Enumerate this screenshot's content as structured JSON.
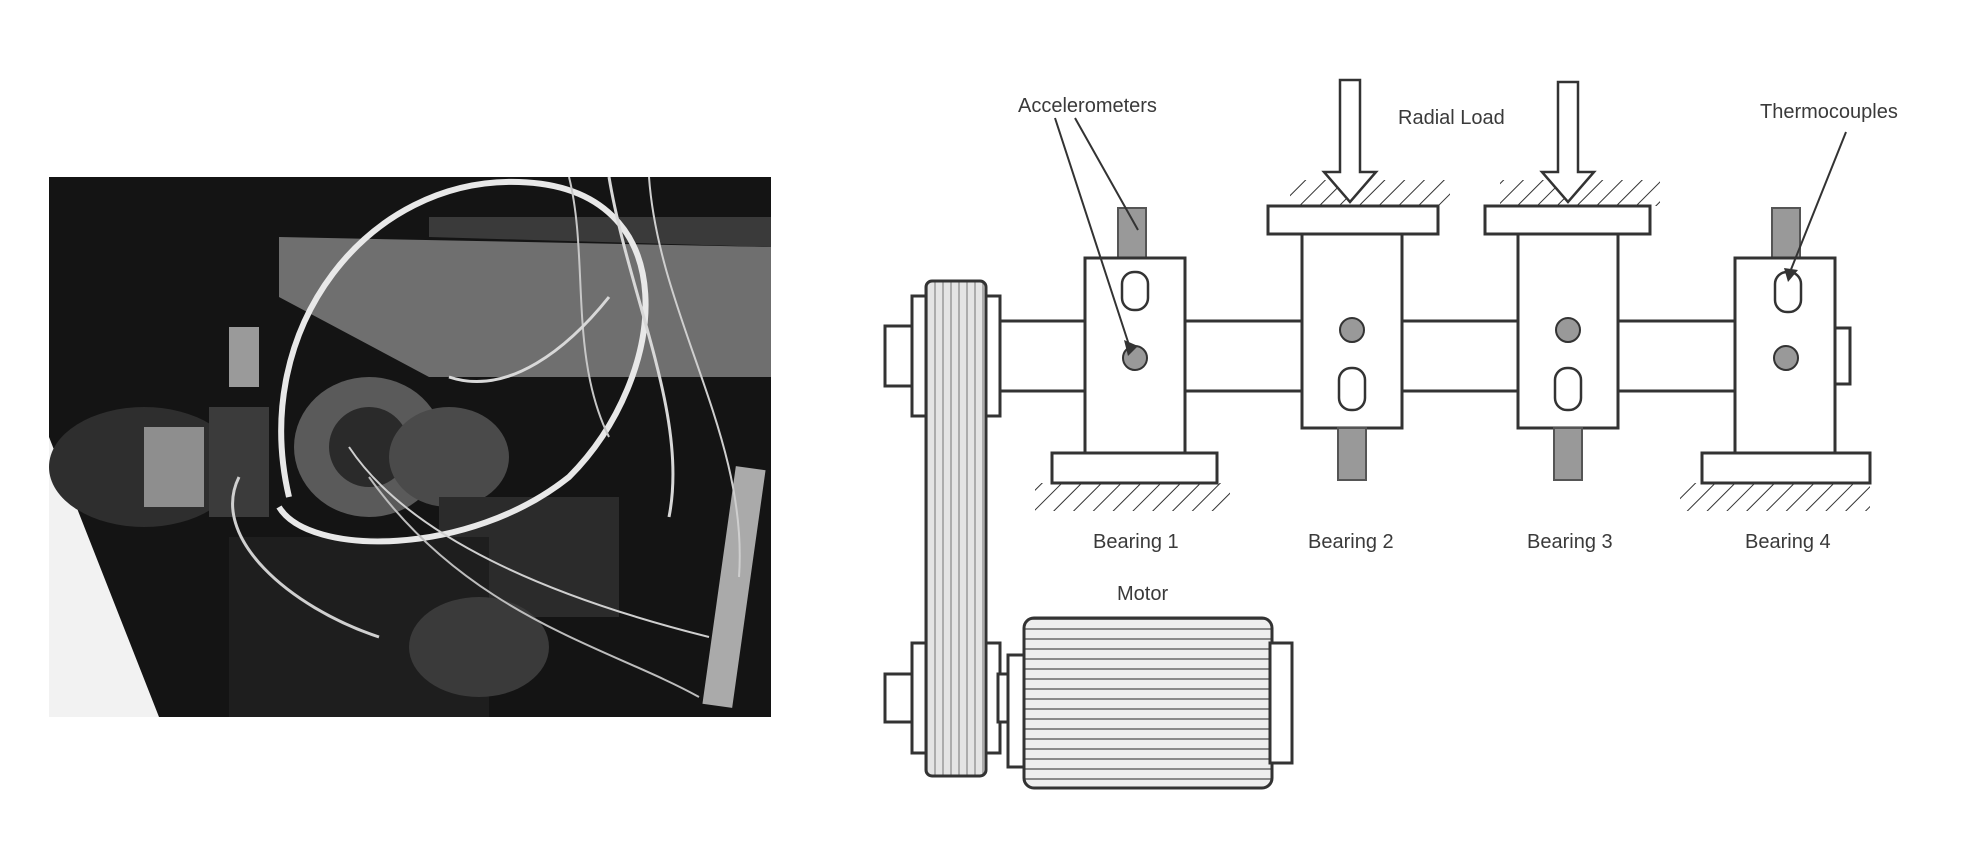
{
  "photo": {
    "description_icon": "test-rig-photo"
  },
  "labels": {
    "accelerometers": "Accelerometers",
    "radial_load": "Radial Load",
    "thermocouples": "Thermocouples",
    "bearing_1": "Bearing 1",
    "bearing_2": "Bearing 2",
    "bearing_3": "Bearing 3",
    "bearing_4": "Bearing 4",
    "motor": "Motor"
  },
  "colors": {
    "line": "#333333",
    "block_fill": "#ffffff",
    "shade": "#9a9a9a",
    "photo_bg": "#151515",
    "wire": "#e8e8e8"
  }
}
